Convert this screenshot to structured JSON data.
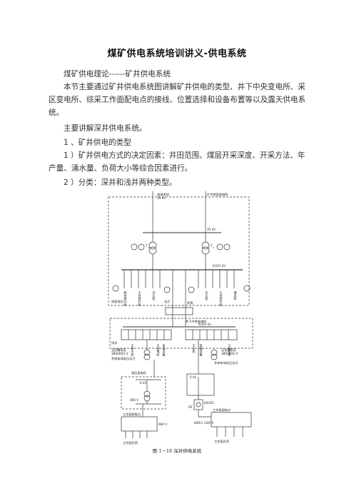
{
  "document": {
    "title": "煤矿供电系统培训讲义-供电系统",
    "paragraphs": [
      "煤矿供电理论------矿井供电系统",
      "本节主要通过矿井供电系统图讲解矿井供电的类型、井下中央变电所、采区变电所、综采工作面配电点的接线、位置选择和设备布置等以及露天供电系统。",
      "主要讲解深井供电系统。",
      "1 、矿井供电的类型",
      "1 ）矿井供电方式的决定因素：井田范围、煤层开采深度、开采方法、年产量、涌水量、负荷大小等综合因素进行。",
      "2 ）分类：深井和浅井两种类型。"
    ],
    "figure_caption": "图 1－16    深井供电系统"
  },
  "diagram": {
    "labels": {
      "source_line": "电源进线",
      "source_voltage": "35 kV",
      "substation": "矿井地面变电所",
      "bus_35kv": "35 kV",
      "bus_6kv": "6(10) kV",
      "t1": "T",
      "t1_sub": "1",
      "t2": "T",
      "t2_sub": "2",
      "feeders_left": [
        "副井提升机",
        "主井提升机",
        "空压机"
      ],
      "feeders_right": [
        "空压机",
        "主井提升机",
        "通风机"
      ],
      "ground_lowvolt": "地面低压",
      "power": "动力",
      "shaft": "井筒",
      "central_sub": "井下中央变电所",
      "central_bus": "6(10) kV",
      "left_sub_label": "至西翼采区",
      "left_sub_voltage": "380(660) V",
      "right_sub_label": "至东翼采区",
      "right_sub_voltage": "380(660) V",
      "drain": "排水",
      "near_shaft_low_left": "井底车场低压动力",
      "near_shaft_low_right": "井底车场低压动力",
      "pump_left": "主排水泵",
      "pump_right": "主排水泵",
      "feed_left_1": "主变电所",
      "feed_left_2": "变电设备",
      "feed_right_1": "主水泵",
      "feed_right_2": "变电设备",
      "mining_sub": "采区变电所",
      "mining_kv": "6 kV",
      "mining_660": "660 V",
      "mining_660_b": "660 V",
      "workface_left": "工作面配电点",
      "workface_left_load": "工作面负荷",
      "right_6kv": "6 kV",
      "mobile_sub": "KSGZY",
      "ps": "PS",
      "right_1140": "660(1 140) V",
      "workface_right": "工作面配电点",
      "workface_right_load": "工作面负荷"
    }
  }
}
